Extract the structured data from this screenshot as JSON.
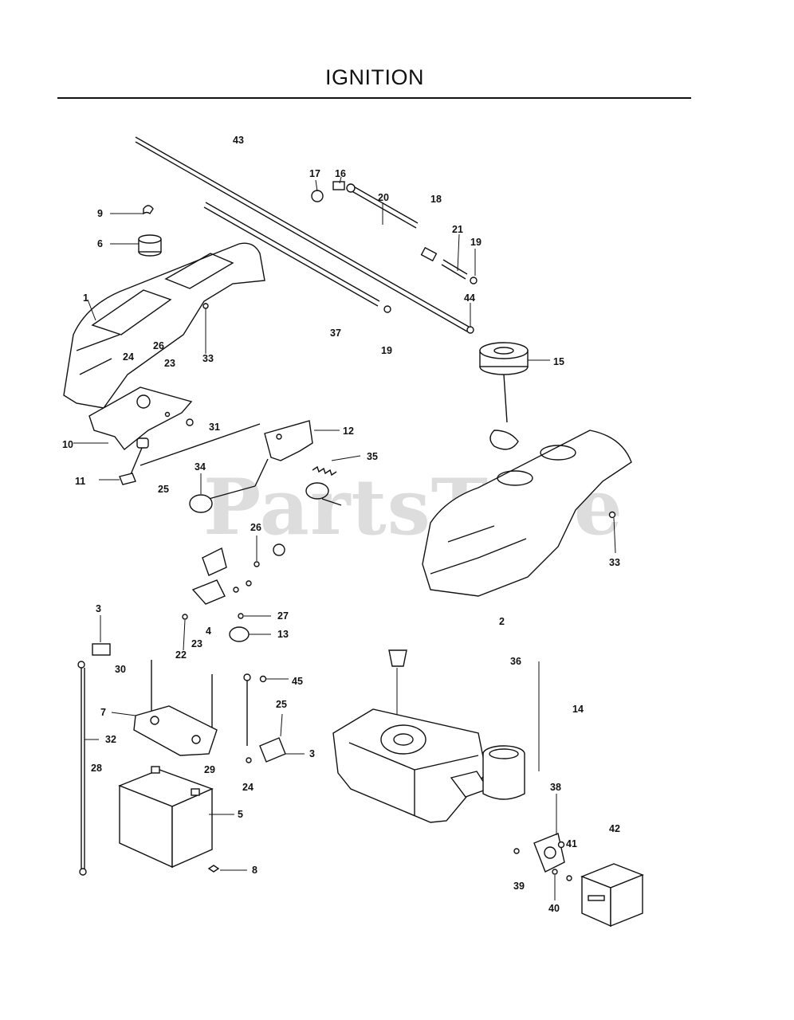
{
  "header": {
    "title": "IGNITION"
  },
  "watermark": "PartsTree",
  "callouts": {
    "c1": "1",
    "c2": "2",
    "c3a": "3",
    "c3b": "3",
    "c4": "4",
    "c5": "5",
    "c6": "6",
    "c7": "7",
    "c8": "8",
    "c9": "9",
    "c10": "10",
    "c11": "11",
    "c12": "12",
    "c13": "13",
    "c14": "14",
    "c15": "15",
    "c16": "16",
    "c17": "17",
    "c18": "18",
    "c19a": "19",
    "c19b": "19",
    "c20": "20",
    "c21": "21",
    "c22": "22",
    "c23a": "23",
    "c23b": "23",
    "c24a": "24",
    "c24b": "24",
    "c25a": "25",
    "c25b": "25",
    "c26a": "26",
    "c26b": "26",
    "c27": "27",
    "c28": "28",
    "c29": "29",
    "c30": "30",
    "c31": "31",
    "c32": "32",
    "c33a": "33",
    "c33b": "33",
    "c34": "34",
    "c35": "35",
    "c36": "36",
    "c37": "37",
    "c38": "38",
    "c39": "39",
    "c40": "40",
    "c41": "41",
    "c42": "42",
    "c43": "43",
    "c44": "44",
    "c45": "45"
  }
}
